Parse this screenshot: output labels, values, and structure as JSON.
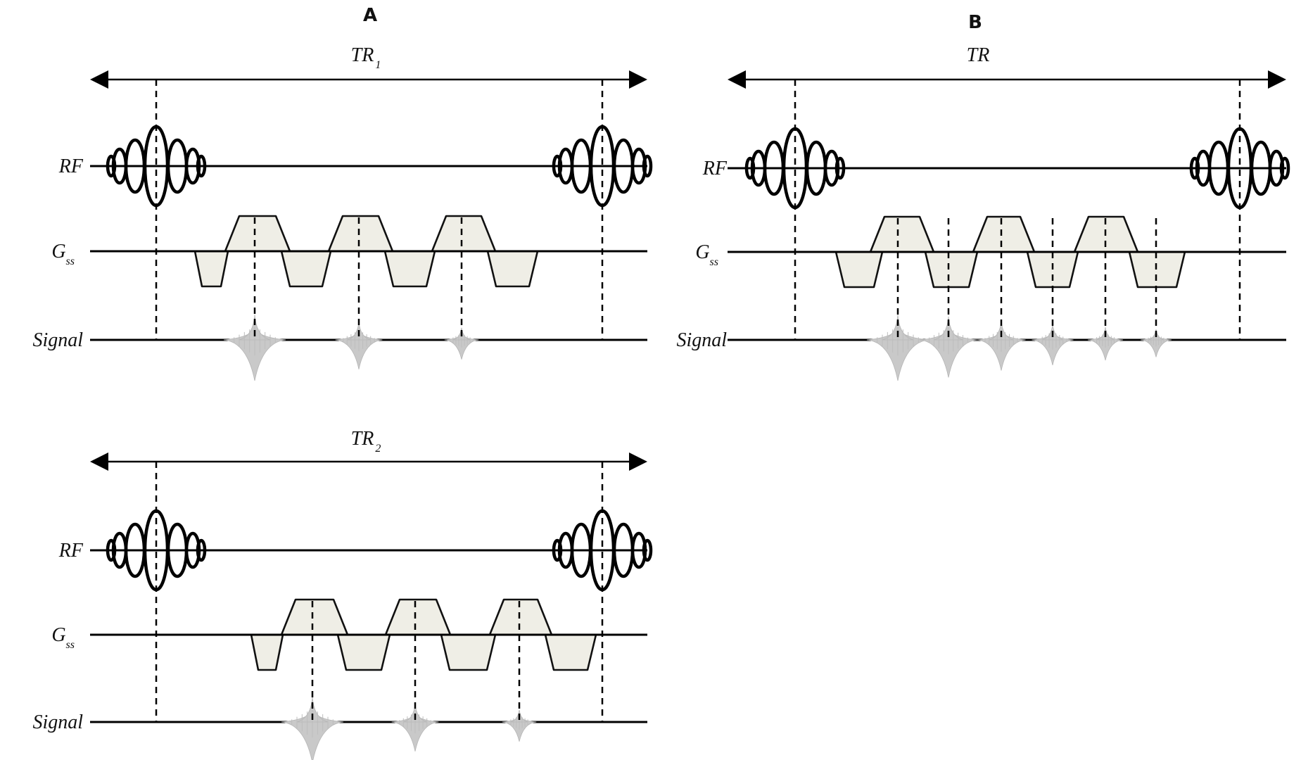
{
  "panels": [
    {
      "letter": "A",
      "tr_label": "TR",
      "tr_subscript": "1",
      "row_labels": {
        "rf": "RF",
        "gss": "G",
        "gss_subscript": "ss",
        "signal": "Signal"
      },
      "rf_pulse_count": 2,
      "gradient_lobe_pairs": 3,
      "echo_count": 3,
      "echo_relative_amplitude": [
        1.0,
        0.72,
        0.48
      ]
    },
    {
      "letter": "B",
      "tr_label": "TR",
      "tr_subscript": "",
      "row_labels": {
        "rf": "RF",
        "gss": "G",
        "gss_subscript": "ss",
        "signal": "Signal"
      },
      "rf_pulse_count": 2,
      "gradient_lobe_pairs": 3,
      "echo_count": 6,
      "echo_relative_amplitude": [
        1.0,
        0.92,
        0.75,
        0.62,
        0.5,
        0.42
      ]
    },
    {
      "letter": "",
      "tr_label": "TR",
      "tr_subscript": "2",
      "row_labels": {
        "rf": "RF",
        "gss": "G",
        "gss_subscript": "ss",
        "signal": "Signal"
      },
      "rf_pulse_count": 2,
      "gradient_lobe_pairs": 3,
      "echo_count": 3,
      "echo_relative_amplitude": [
        1.0,
        0.72,
        0.48
      ]
    }
  ],
  "colors": {
    "line": "#000000",
    "gradient_fill": "#efeee6",
    "echo": "#c9c9c9"
  }
}
